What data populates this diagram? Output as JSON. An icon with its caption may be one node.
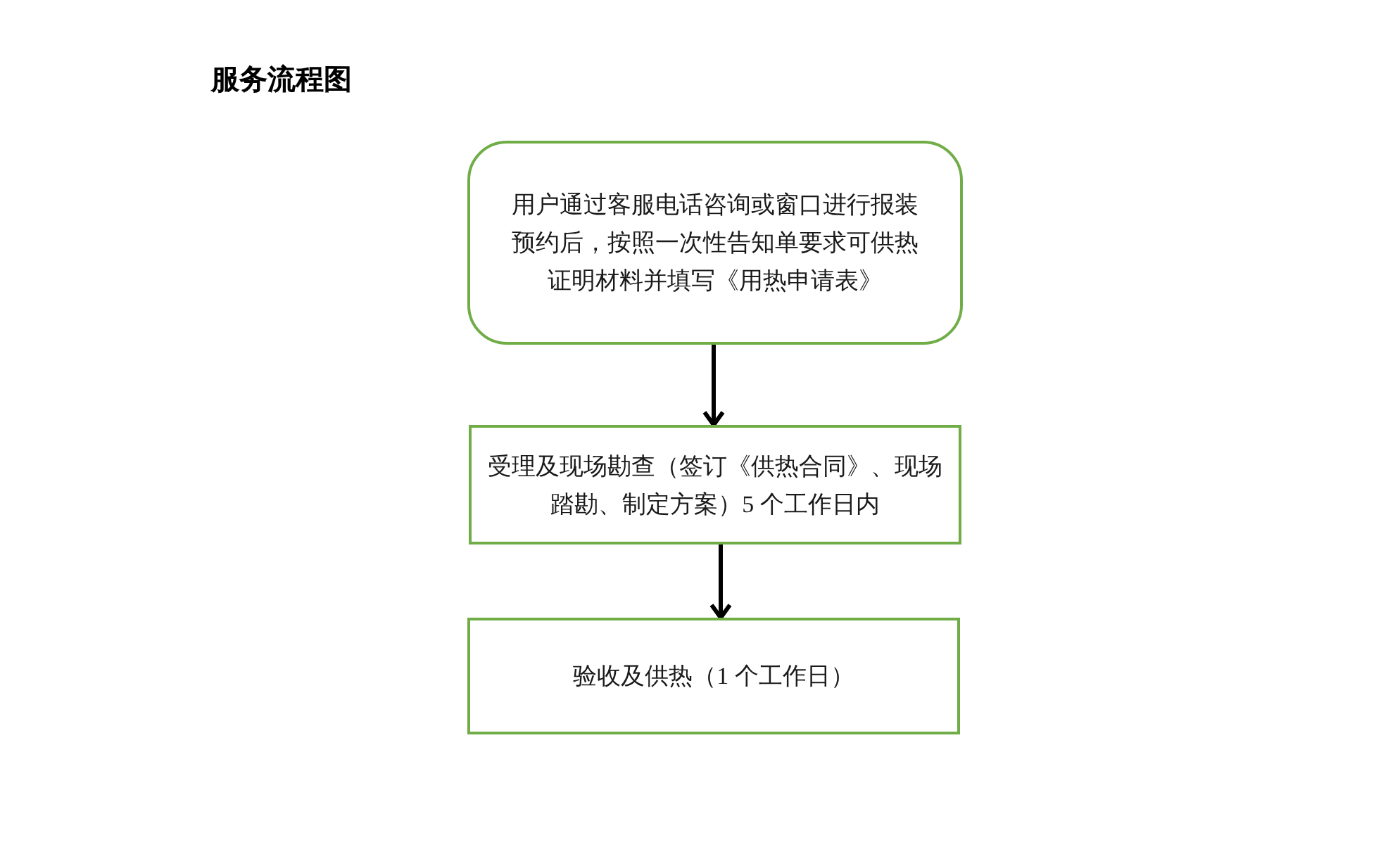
{
  "diagram": {
    "title": "服务流程图",
    "nodes": [
      {
        "text": [
          "用户通过客服电话咨询或窗口进行报装预约后，按照一次性告知单要求可供热证明材料并填写《用热申请表》"
        ]
      },
      {
        "text": [
          "受理及现场勘查（签订《供热合同》、现场踏勘、制定方案）5 个工作日内"
        ]
      },
      {
        "text": [
          "验收及供热（1 个工作日）"
        ]
      }
    ],
    "edges": [
      {
        "from": 0,
        "to": 1,
        "arrow": "to"
      },
      {
        "from": 1,
        "to": 2,
        "arrow": "to"
      }
    ]
  }
}
